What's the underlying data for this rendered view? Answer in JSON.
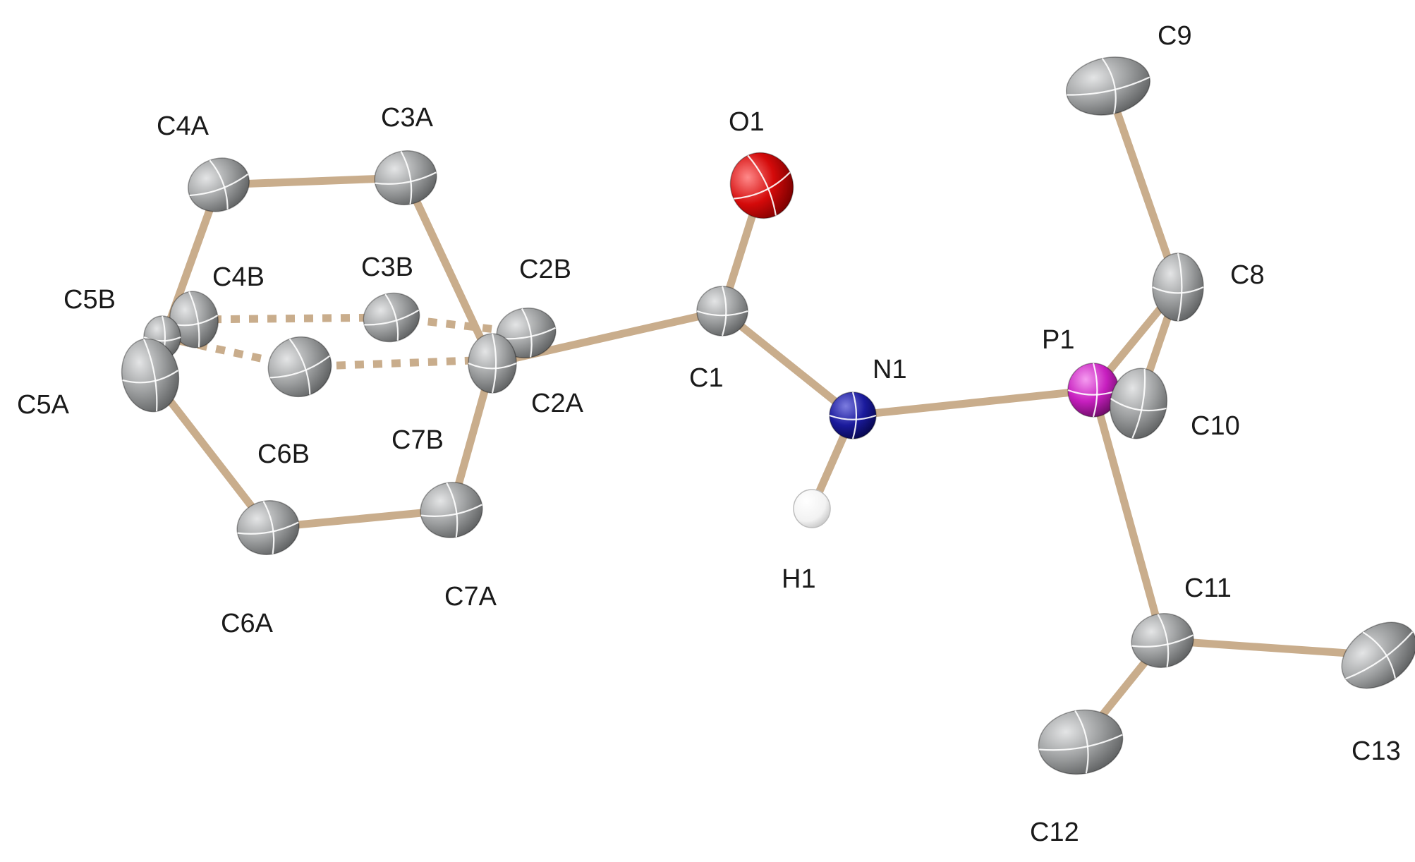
{
  "atoms": [
    {
      "id": "C9",
      "label": "C9",
      "element": "C",
      "color": "#8e9091"
    },
    {
      "id": "C4A",
      "label": "C4A",
      "element": "C",
      "color": "#8e9091"
    },
    {
      "id": "C3A",
      "label": "C3A",
      "element": "C",
      "color": "#8e9091"
    },
    {
      "id": "O1",
      "label": "O1",
      "element": "O",
      "color": "#d40a0a"
    },
    {
      "id": "C4B",
      "label": "C4B",
      "element": "C",
      "color": "#8e9091"
    },
    {
      "id": "C3B",
      "label": "C3B",
      "element": "C",
      "color": "#8e9091"
    },
    {
      "id": "C2B",
      "label": "C2B",
      "element": "C",
      "color": "#8e9091"
    },
    {
      "id": "C5B",
      "label": "C5B",
      "element": "C",
      "color": "#8e9091"
    },
    {
      "id": "C8",
      "label": "C8",
      "element": "C",
      "color": "#8e9091"
    },
    {
      "id": "P1",
      "label": "P1",
      "element": "P",
      "color": "#c71fbf"
    },
    {
      "id": "N1",
      "label": "N1",
      "element": "N",
      "color": "#1a1a9c"
    },
    {
      "id": "C1",
      "label": "C1",
      "element": "C",
      "color": "#8e9091"
    },
    {
      "id": "C2A",
      "label": "C2A",
      "element": "C",
      "color": "#8e9091"
    },
    {
      "id": "C5A",
      "label": "C5A",
      "element": "C",
      "color": "#8e9091"
    },
    {
      "id": "C10",
      "label": "C10",
      "element": "C",
      "color": "#8e9091"
    },
    {
      "id": "C6B",
      "label": "C6B",
      "element": "C",
      "color": "#8e9091"
    },
    {
      "id": "C7B",
      "label": "C7B",
      "element": "C",
      "color": "#8e9091"
    },
    {
      "id": "H1",
      "label": "H1",
      "element": "H",
      "color": "#f2f2f2"
    },
    {
      "id": "C6A",
      "label": "C6A",
      "element": "C",
      "color": "#8e9091"
    },
    {
      "id": "C7A",
      "label": "C7A",
      "element": "C",
      "color": "#8e9091"
    },
    {
      "id": "C11",
      "label": "C11",
      "element": "C",
      "color": "#8e9091"
    },
    {
      "id": "C13",
      "label": "C13",
      "element": "C",
      "color": "#8e9091"
    },
    {
      "id": "C12",
      "label": "C12",
      "element": "C",
      "color": "#8e9091"
    }
  ],
  "bonds": [
    {
      "from": "C2A",
      "to": "C3A",
      "style": "solid"
    },
    {
      "from": "C3A",
      "to": "C4A",
      "style": "solid"
    },
    {
      "from": "C4A",
      "to": "C5A",
      "style": "solid"
    },
    {
      "from": "C5A",
      "to": "C6A",
      "style": "solid"
    },
    {
      "from": "C6A",
      "to": "C7A",
      "style": "solid"
    },
    {
      "from": "C7A",
      "to": "C2A",
      "style": "solid"
    },
    {
      "from": "C5B",
      "to": "C4B",
      "style": "dashed"
    },
    {
      "from": "C4B",
      "to": "C3B",
      "style": "dashed"
    },
    {
      "from": "C3B",
      "to": "C2B",
      "style": "dashed"
    },
    {
      "from": "C5B",
      "to": "C6B",
      "style": "dashed"
    },
    {
      "from": "C6B",
      "to": "C7B",
      "style": "dashed"
    },
    {
      "from": "C7B",
      "to": "C2B",
      "style": "dashed"
    },
    {
      "from": "C2A",
      "to": "C1",
      "style": "solid"
    },
    {
      "from": "C1",
      "to": "O1",
      "style": "solid"
    },
    {
      "from": "C1",
      "to": "N1",
      "style": "solid"
    },
    {
      "from": "N1",
      "to": "H1",
      "style": "solid"
    },
    {
      "from": "N1",
      "to": "P1",
      "style": "solid"
    },
    {
      "from": "P1",
      "to": "C8",
      "style": "solid"
    },
    {
      "from": "C8",
      "to": "C9",
      "style": "solid"
    },
    {
      "from": "C8",
      "to": "C10",
      "style": "solid"
    },
    {
      "from": "P1",
      "to": "C11",
      "style": "solid"
    },
    {
      "from": "C11",
      "to": "C12",
      "style": "solid"
    },
    {
      "from": "C11",
      "to": "C13",
      "style": "solid"
    }
  ]
}
